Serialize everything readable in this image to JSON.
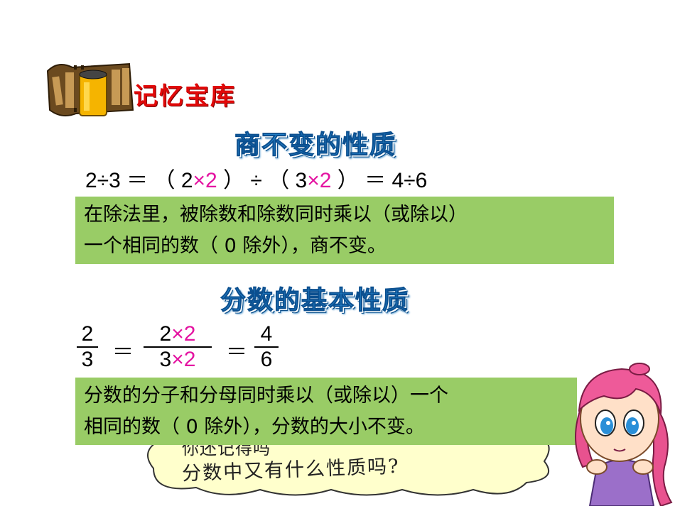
{
  "heading": "记忆宝库",
  "section1": {
    "title": "商不变的性质",
    "formula": {
      "a": "2÷3 ＝ （ 2",
      "m1": "×2",
      "b": " ） ÷ （ 3",
      "m2": "×2",
      "c": " ） ＝ 4÷6"
    },
    "rule_line1": "在除法里，被除数和除数同时乘以（或除以）",
    "rule_line2": "一个相同的数（ 0 除外），商不变。"
  },
  "section2": {
    "title": "分数的基本性质",
    "fraction1": {
      "num": "2",
      "den": "3"
    },
    "eq": "＝",
    "fraction2": {
      "num_a": "2",
      "num_m": "×2",
      "den_a": "3",
      "den_m": "×2"
    },
    "fraction3": {
      "num": "4",
      "den": "6"
    },
    "rule_line1": "分数的分子和分母同时乘以（或除以）一个",
    "rule_line2": "相同的数（ 0 除外），分数的大小不变。"
  },
  "bubble": {
    "line1": "你还记得吗",
    "line2": "分数中又有什么性质吗?"
  },
  "colors": {
    "heading": "#e10909",
    "art_title": "#2b8ed8",
    "box": "#99cc66",
    "accent": "#e413a1"
  }
}
